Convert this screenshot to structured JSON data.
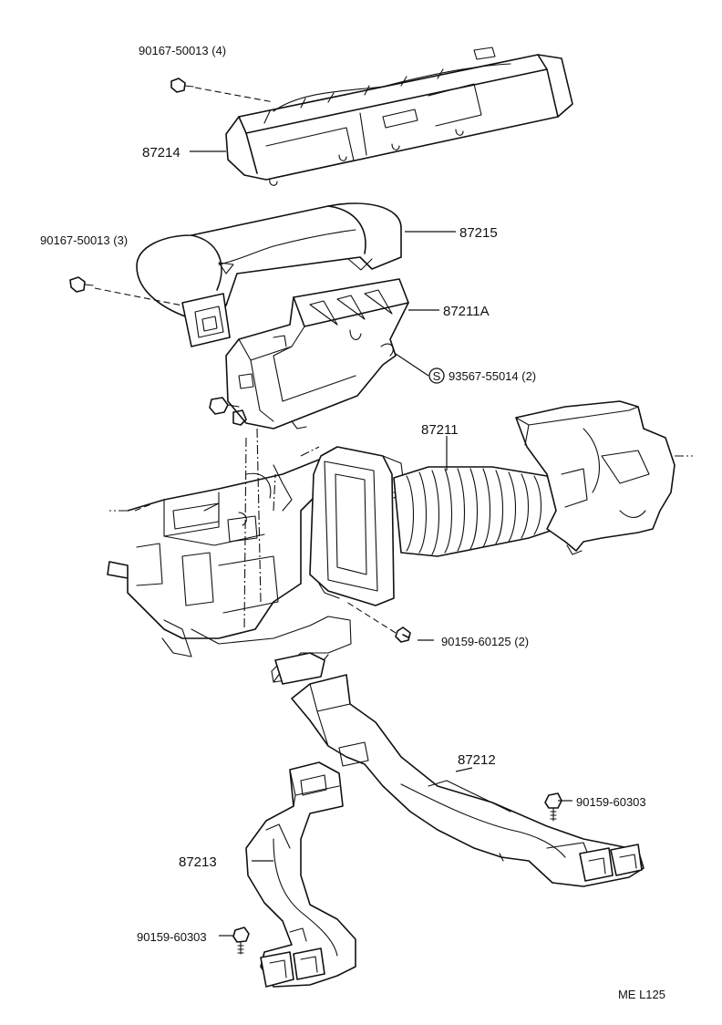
{
  "labels": {
    "bolt_top": "90167-50013 (4)",
    "part_87214": "87214",
    "bolt_mid": "90167-50013 (3)",
    "part_87215": "87215",
    "part_87211A": "87211A",
    "clip_symbol": "S",
    "clip": "93567-55014 (2)",
    "part_87211": "87211",
    "bolt_lower": "90159-60125 (2)",
    "part_87212": "87212",
    "screw_right": "90159-60303",
    "part_87213": "87213",
    "screw_left": "90159-60303",
    "footer_code": "ME  L125"
  }
}
